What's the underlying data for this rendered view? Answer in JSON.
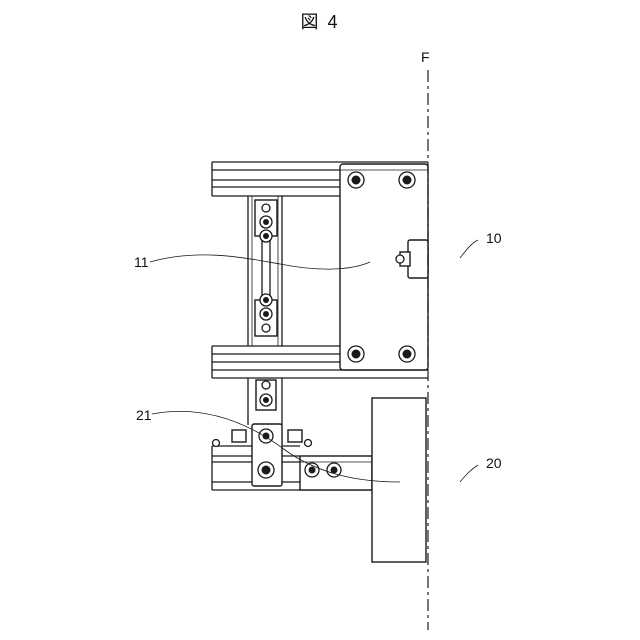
{
  "figure": {
    "title": "図 4"
  },
  "labels": {
    "boundary": "F",
    "part_10": "10",
    "part_11": "11",
    "part_20": "20",
    "part_21": "21"
  }
}
